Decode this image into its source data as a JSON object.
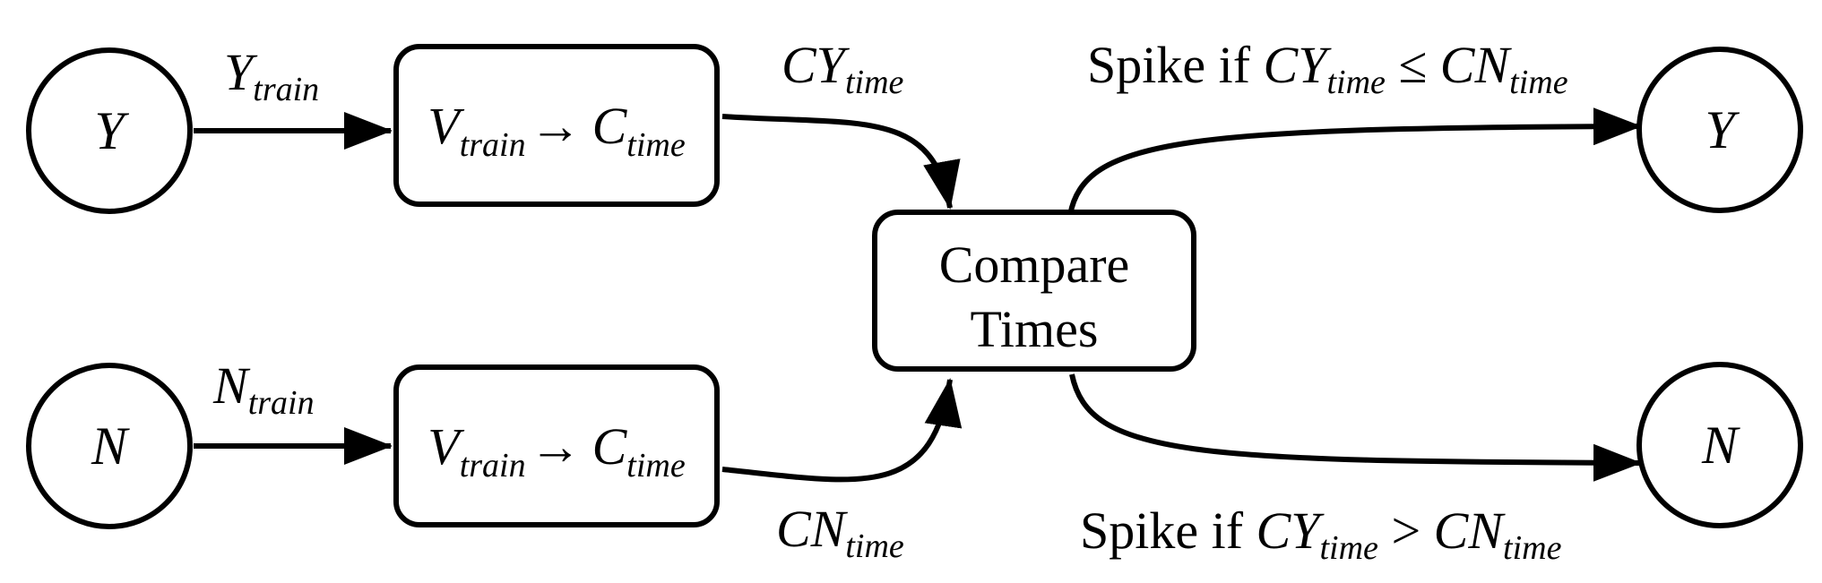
{
  "nodes": {
    "input_y": "Y",
    "input_n": "N",
    "output_y": "Y",
    "output_n": "N"
  },
  "processes": {
    "top": {
      "var": "V",
      "var_sub": "train",
      "arrow": "→",
      "out": "C",
      "out_sub": "time"
    },
    "bottom": {
      "var": "V",
      "var_sub": "train",
      "arrow": "→",
      "out": "C",
      "out_sub": "time"
    },
    "compare": {
      "line1": "Compare",
      "line2": "Times"
    }
  },
  "edges": {
    "y_train": {
      "main": "Y",
      "sub": "train"
    },
    "n_train": {
      "main": "N",
      "sub": "train"
    },
    "cy_time": {
      "main": "CY",
      "sub": "time"
    },
    "cn_time": {
      "main": "CN",
      "sub": "time"
    },
    "spike_y": {
      "prefix": "Spike if ",
      "a": "CY",
      "a_sub": "time",
      "op": " ≤ ",
      "b": "CN",
      "b_sub": "time"
    },
    "spike_n": {
      "prefix": "Spike if ",
      "a": "CY",
      "a_sub": "time",
      "op": " > ",
      "b": "CN",
      "b_sub": "time"
    }
  }
}
